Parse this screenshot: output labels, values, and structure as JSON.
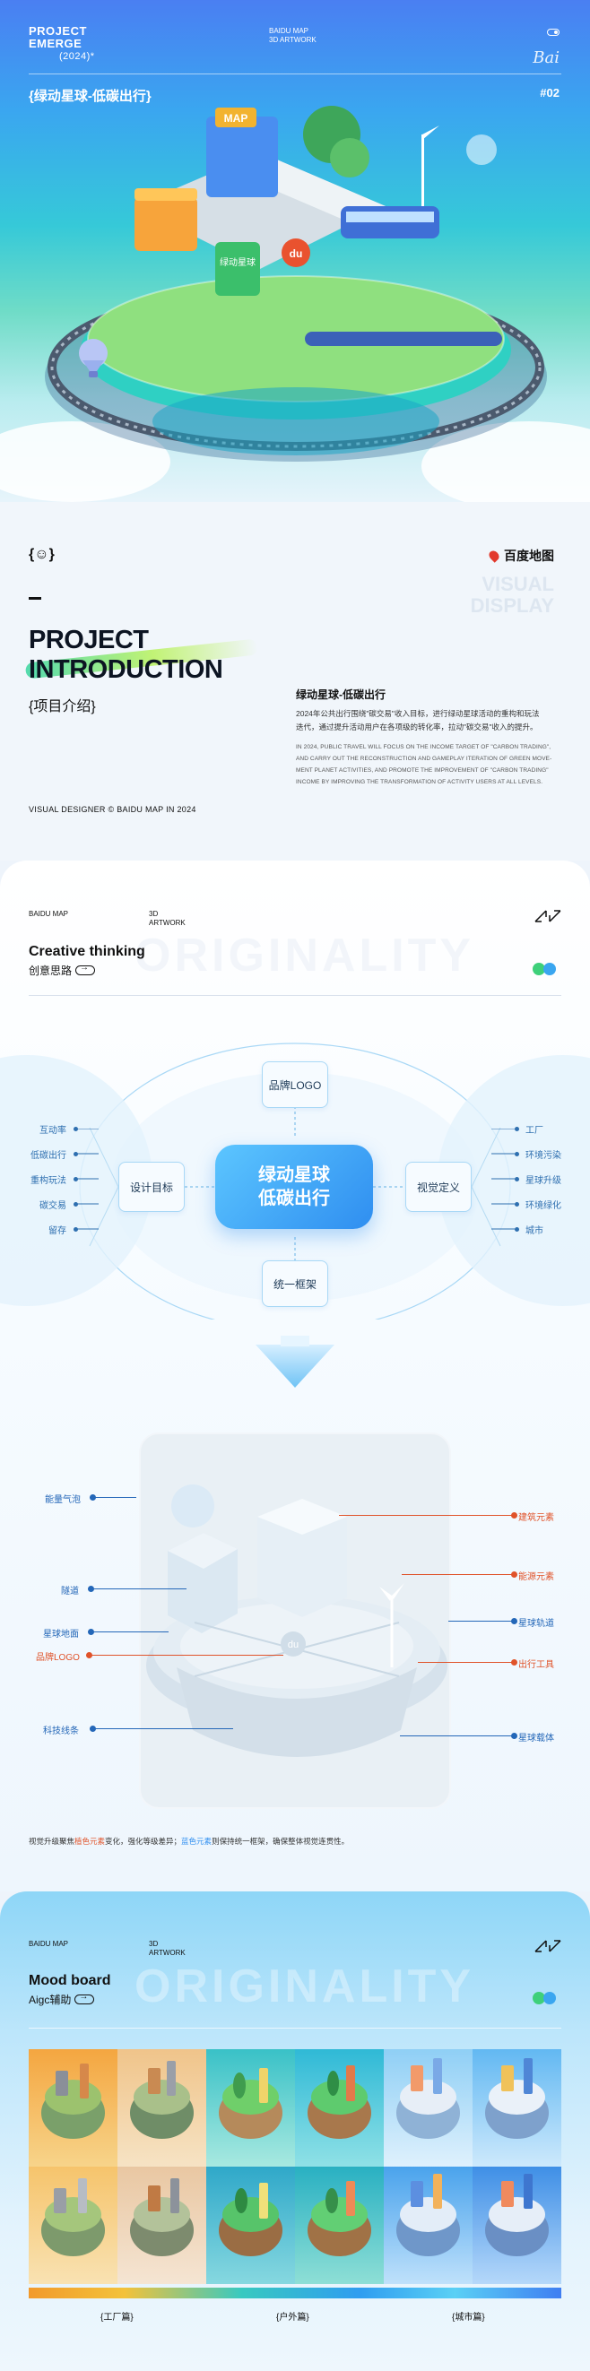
{
  "hero": {
    "brand_line1": "PROJECT",
    "brand_line2": "EMERGE",
    "year": "(2024)*",
    "meta_line1": "BAIDU MAP",
    "meta_line2": "3D ARTWORK",
    "signature": "Bai",
    "title": "{绿动星球-低碳出行}",
    "number": "#02",
    "map_sign": "MAP",
    "store_sign": "绿动星球",
    "pin_label": "du"
  },
  "intro": {
    "face_glyph": "{☺}",
    "title_line1": "PROJECT",
    "title_line2": "INTRODUCTION",
    "title_cn": "{项目介绍}",
    "brand": "百度地图",
    "visual_line1": "VISUAL",
    "visual_line2": "DISPLAY",
    "body_heading": "绿动星球-低碳出行",
    "body_cn_1": "2024年公共出行围绕\"碳交易\"收入目标，进行绿动星球活动的重构和玩法",
    "body_cn_2": "迭代，通过提升活动用户在各项级的转化率，拉动\"碳交易\"收入的提升。",
    "body_en_1": "IN 2024, PUBLIC TRAVEL WILL FOCUS ON THE INCOME TARGET OF \"CARBON TRADING\",",
    "body_en_2": "AND CARRY OUT THE RECONSTRUCTION AND GAMEPLAY ITERATION OF GREEN MOVE-",
    "body_en_3": "MENT PLANET ACTIVITIES, AND PROMOTE THE IMPROVEMENT OF \"CARBON TRADING\"",
    "body_en_4": "INCOME BY IMPROVING THE TRANSFORMATION OF ACTIVITY USERS AT ALL LEVELS.",
    "designer": "VISUAL DESIGNER © BAIDU MAP IN 2024"
  },
  "creative": {
    "label": "BAIDU MAP",
    "meta_line1": "3D",
    "meta_line2": "ARTWORK",
    "title": "Creative thinking",
    "subtitle": "创意思路",
    "ghost": "ORIGINALITY",
    "center_line1": "绿动星球",
    "center_line2": "低碳出行",
    "node_top": "品牌LOGO",
    "node_left": "设计目标",
    "node_right": "视觉定义",
    "node_bottom": "统一框架",
    "left_leaves": [
      "互动率",
      "低碳出行",
      "重构玩法",
      "碳交易",
      "留存"
    ],
    "right_leaves": [
      "工厂",
      "环境污染",
      "星球升级",
      "环境绿化",
      "城市"
    ],
    "callouts_left": [
      {
        "label": "能量气泡",
        "color": "blue"
      },
      {
        "label": "隧道",
        "color": "blue"
      },
      {
        "label": "星球地面",
        "color": "blue"
      },
      {
        "label": "品牌LOGO",
        "color": "red"
      },
      {
        "label": "科技线条",
        "color": "blue"
      }
    ],
    "callouts_right": [
      {
        "label": "建筑元素",
        "color": "red"
      },
      {
        "label": "能源元素",
        "color": "red"
      },
      {
        "label": "星球轨道",
        "color": "blue"
      },
      {
        "label": "出行工具",
        "color": "red"
      },
      {
        "label": "星球载体",
        "color": "blue"
      }
    ],
    "device_pin": "du",
    "note_a": "视觉升级聚焦",
    "note_b": "植色元素",
    "note_c": "变化，强化等级差异；",
    "note_d": "蓝色元素",
    "note_e": "则保持统一框架，确保整体视觉连贯性。"
  },
  "mood": {
    "label": "BAIDU MAP",
    "meta_line1": "3D",
    "meta_line2": "ARTWORK",
    "title": "Mood board",
    "subtitle": "Aigc辅助",
    "ghost": "ORIGINALITY",
    "categories": [
      "{工厂篇}",
      "{户外篇}",
      "{城市篇}"
    ]
  },
  "colors": {
    "accent_blue": "#2f8ef0",
    "accent_red": "#e0532a",
    "dot_green": "#3ed07a",
    "dot_blue": "#3aa6f0"
  }
}
